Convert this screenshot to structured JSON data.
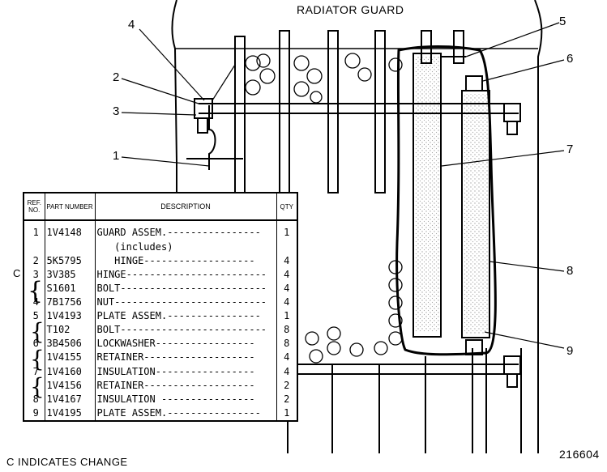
{
  "title": "RADIATOR GUARD",
  "drawing_number": "216604",
  "change_note": "C INDICATES CHANGE",
  "change_marker": "C",
  "callouts": [
    "1",
    "2",
    "3",
    "4",
    "5",
    "6",
    "7",
    "8",
    "9"
  ],
  "table": {
    "headers": {
      "ref": "REF. NO.",
      "part": "PART NUMBER",
      "desc": "DESCRIPTION",
      "qty": "QTY"
    },
    "rows": [
      {
        "ref": "1",
        "part": "1V4148",
        "desc": "GUARD ASSEM.----------------",
        "qty": "1"
      },
      {
        "ref": "",
        "part": "",
        "desc": "   (includes)",
        "qty": ""
      },
      {
        "ref": "2",
        "part": "5K5795",
        "desc": "   HINGE-------------------",
        "qty": "4"
      },
      {
        "ref": "3",
        "part": "3V385",
        "desc": "HINGE------------------------",
        "qty": "4"
      },
      {
        "ref": "",
        "part": "S1601",
        "desc": "BOLT-------------------------",
        "qty": "4"
      },
      {
        "ref": "4",
        "part": "7B1756",
        "desc": "NUT--------------------------",
        "qty": "4"
      },
      {
        "ref": "5",
        "part": "1V4193",
        "desc": "PLATE ASSEM.----------------",
        "qty": "1"
      },
      {
        "ref": "",
        "part": "T102",
        "desc": "BOLT-------------------------",
        "qty": "8"
      },
      {
        "ref": "6",
        "part": "3B4506",
        "desc": "LOCKWASHER-----------------",
        "qty": "8"
      },
      {
        "ref": "",
        "part": "1V4155",
        "desc": "RETAINER-------------------",
        "qty": "4"
      },
      {
        "ref": "7",
        "part": "1V4160",
        "desc": "INSULATION-----------------",
        "qty": "4"
      },
      {
        "ref": "",
        "part": "1V4156",
        "desc": "RETAINER-------------------",
        "qty": "2"
      },
      {
        "ref": "8",
        "part": "1V4167",
        "desc": "INSULATION ----------------",
        "qty": "2"
      },
      {
        "ref": "9",
        "part": "1V4195",
        "desc": "PLATE ASSEM.----------------",
        "qty": "1"
      }
    ]
  }
}
